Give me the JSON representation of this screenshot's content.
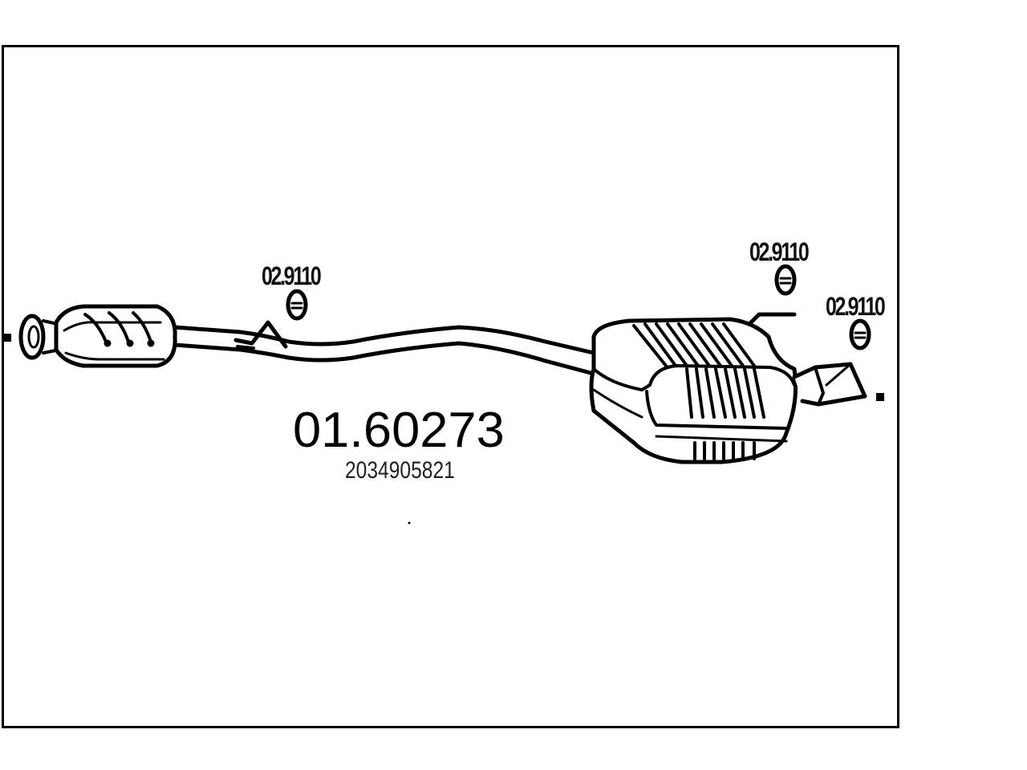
{
  "diagram": {
    "part_number": "01.60273",
    "oe_number": "2034905821",
    "hangers": [
      {
        "label": "02.9110"
      },
      {
        "label": "02.9110"
      },
      {
        "label": "02.9110"
      }
    ]
  }
}
